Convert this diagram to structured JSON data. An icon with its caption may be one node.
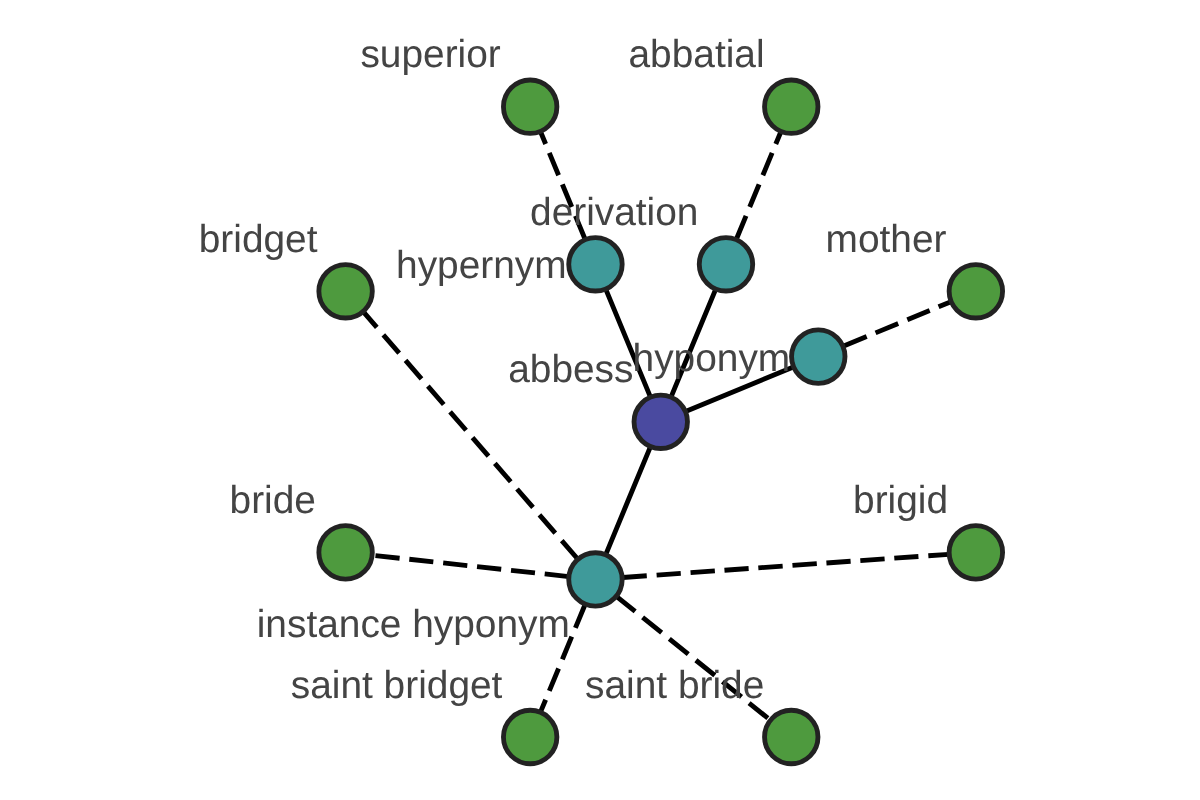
{
  "diagram": {
    "nodes": [
      {
        "text": [],
        "shape": "circle",
        "beside": [
          "abbess"
        ]
      },
      {
        "text": [],
        "shape": "circle",
        "beside": [
          "hyponym"
        ]
      },
      {
        "text": [],
        "shape": "circle",
        "beside": [
          "derivation"
        ]
      },
      {
        "text": [],
        "shape": "circle",
        "beside": [
          "hypernym"
        ]
      },
      {
        "text": [],
        "shape": "circle",
        "beside": [
          "instance hyponym"
        ]
      },
      {
        "text": [],
        "shape": "circle",
        "beside": [
          "mother"
        ]
      },
      {
        "text": [],
        "shape": "circle",
        "beside": [
          "abbatial"
        ]
      },
      {
        "text": [],
        "shape": "circle",
        "beside": [
          "superior"
        ]
      },
      {
        "text": [],
        "shape": "circle",
        "beside": [
          "bridget"
        ]
      },
      {
        "text": [],
        "shape": "circle",
        "beside": [
          "bride"
        ]
      },
      {
        "text": [],
        "shape": "circle",
        "beside": [
          "saint bridget"
        ]
      },
      {
        "text": [],
        "shape": "circle",
        "beside": [
          "saint bride"
        ]
      },
      {
        "text": [],
        "shape": "circle",
        "beside": [
          "brigid"
        ]
      }
    ],
    "edges": [
      {
        "from": 0,
        "to": 1,
        "arrow": "none"
      },
      {
        "from": 0,
        "to": 2,
        "arrow": "none"
      },
      {
        "from": 0,
        "to": 3,
        "arrow": "none"
      },
      {
        "from": 0,
        "to": 4,
        "arrow": "none"
      },
      {
        "from": 1,
        "to": 5,
        "arrow": "none",
        "style": "dashed"
      },
      {
        "from": 2,
        "to": 6,
        "arrow": "none",
        "style": "dashed"
      },
      {
        "from": 3,
        "to": 7,
        "arrow": "none",
        "style": "dashed"
      },
      {
        "from": 4,
        "to": 8,
        "arrow": "none",
        "style": "dashed"
      },
      {
        "from": 4,
        "to": 9,
        "arrow": "none",
        "style": "dashed"
      },
      {
        "from": 4,
        "to": 10,
        "arrow": "none",
        "style": "dashed"
      },
      {
        "from": 4,
        "to": 11,
        "arrow": "none",
        "style": "dashed"
      },
      {
        "from": 4,
        "to": 12,
        "arrow": "none",
        "style": "dashed"
      }
    ]
  }
}
